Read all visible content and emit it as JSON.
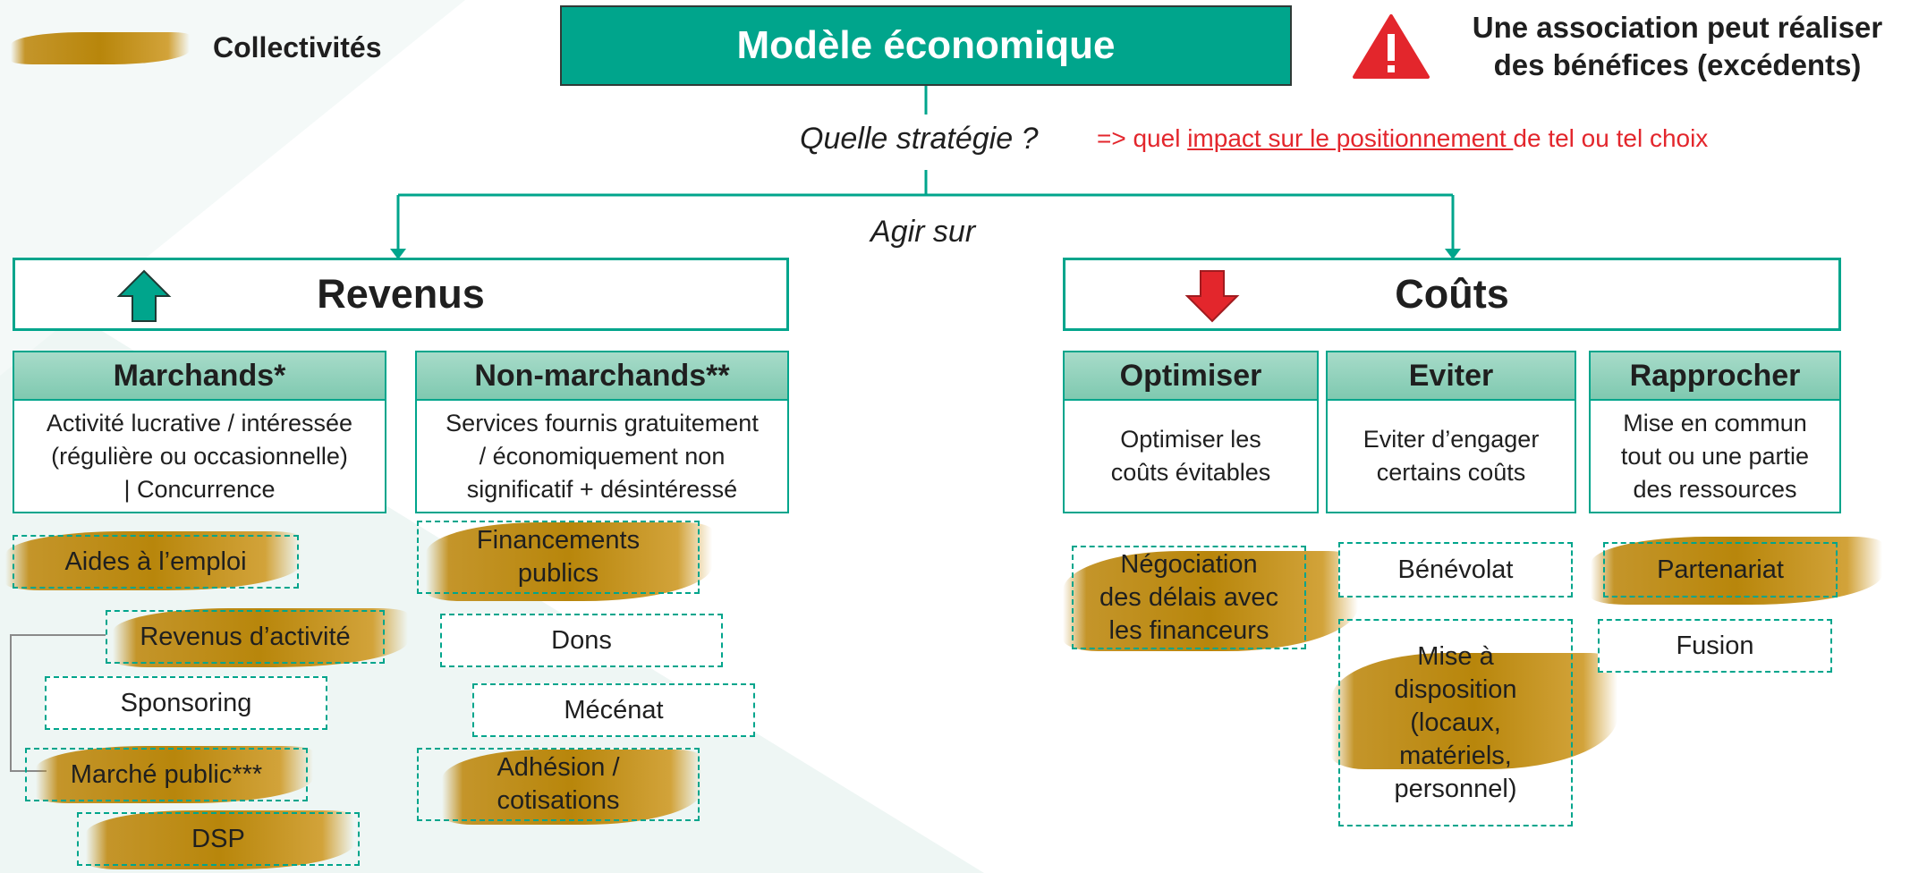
{
  "legend": {
    "label": "Collectivités",
    "color": "#b8860b"
  },
  "title": "Modèle économique",
  "warning": {
    "icon": "warning-icon",
    "line1": "Une association peut réaliser",
    "line2": "des bénéfices (excédents)"
  },
  "strategy_question": "Quelle stratégie ?",
  "impact_note": {
    "prefix": "=> quel ",
    "underlined": "impact sur le positionnement ",
    "suffix": "de tel ou tel choix"
  },
  "agir_sur": "Agir sur",
  "revenus": {
    "title": "Revenus",
    "arrow": "arrow-up-icon",
    "marchands": {
      "title": "Marchands*",
      "desc1": "Activité lucrative / intéressée",
      "desc2": "(régulière ou occasionnelle)",
      "desc3": "| Concurrence",
      "items": [
        "Aides à l’emploi",
        "Revenus d’activité",
        "Sponsoring",
        "Marché public***",
        "DSP"
      ]
    },
    "non_marchands": {
      "title": "Non-marchands**",
      "desc1": "Services fournis gratuitement",
      "desc2": "/ économiquement non",
      "desc3": "significatif + désintéressé",
      "items": [
        {
          "l1": "Financements",
          "l2": "publics"
        },
        {
          "l1": "Dons"
        },
        {
          "l1": "Mécénat"
        },
        {
          "l1": "Adhésion /",
          "l2": "cotisations"
        }
      ]
    }
  },
  "couts": {
    "title": "Coûts",
    "arrow": "arrow-down-icon",
    "optimiser": {
      "title": "Optimiser",
      "desc1": "Optimiser les",
      "desc2": "coûts évitables",
      "item": {
        "l1": "Négociation",
        "l2": "des délais avec",
        "l3": "les financeurs"
      }
    },
    "eviter": {
      "title": "Eviter",
      "desc1": "Eviter d’engager",
      "desc2": "certains coûts",
      "items": [
        {
          "l1": "Bénévolat"
        },
        {
          "l1": "Mise à",
          "l2": "disposition",
          "l3": "(locaux,",
          "l4": "matériels,",
          "l5": "personnel)"
        }
      ]
    },
    "rapprocher": {
      "title": "Rapprocher",
      "desc1": "Mise en commun",
      "desc2": "tout ou une partie",
      "desc3": "des ressources",
      "items": [
        "Partenariat",
        "Fusion"
      ]
    }
  },
  "colors": {
    "teal": "#00a58c",
    "mint": "#8fd1bb",
    "red": "#e3262c",
    "gold": "#b8860b"
  }
}
